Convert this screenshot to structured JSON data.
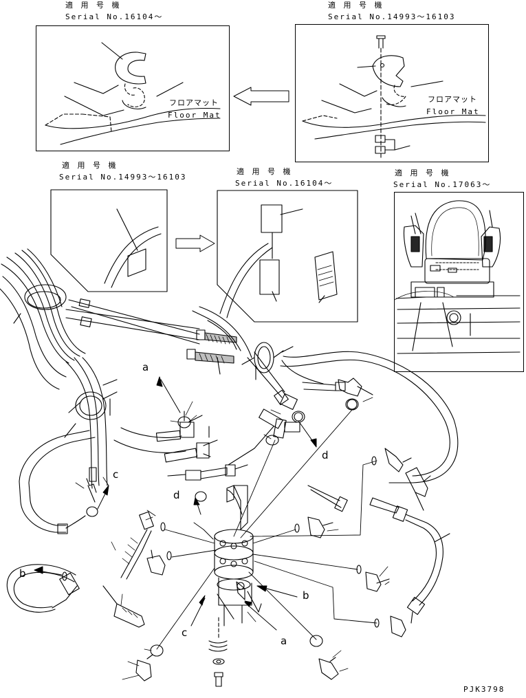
{
  "insets": [
    {
      "id": "top-left",
      "heading": "適 用 号 機",
      "serial": "Serial No.16104～",
      "mat_jp": "フロアマット",
      "mat_en": "Floor Mat"
    },
    {
      "id": "top-right",
      "heading": "適 用 号 機",
      "serial": "Serial No.14993～16103",
      "mat_jp": "フロアマット",
      "mat_en": "Floor Mat"
    },
    {
      "id": "mid-left",
      "heading": "適 用 号 機",
      "serial": "Serial No.14993～16103"
    },
    {
      "id": "mid-center",
      "heading": "適 用 号 機",
      "serial": "Serial No.16104～"
    },
    {
      "id": "mid-right",
      "heading": "適 用 号 機",
      "serial": "Serial No.17063～"
    }
  ],
  "callouts": {
    "a1": "a",
    "a2": "a",
    "b1": "b",
    "b2": "b",
    "c1": "c",
    "c2": "c",
    "d1": "d",
    "d2": "d"
  },
  "drawing_code": "PJK3798"
}
